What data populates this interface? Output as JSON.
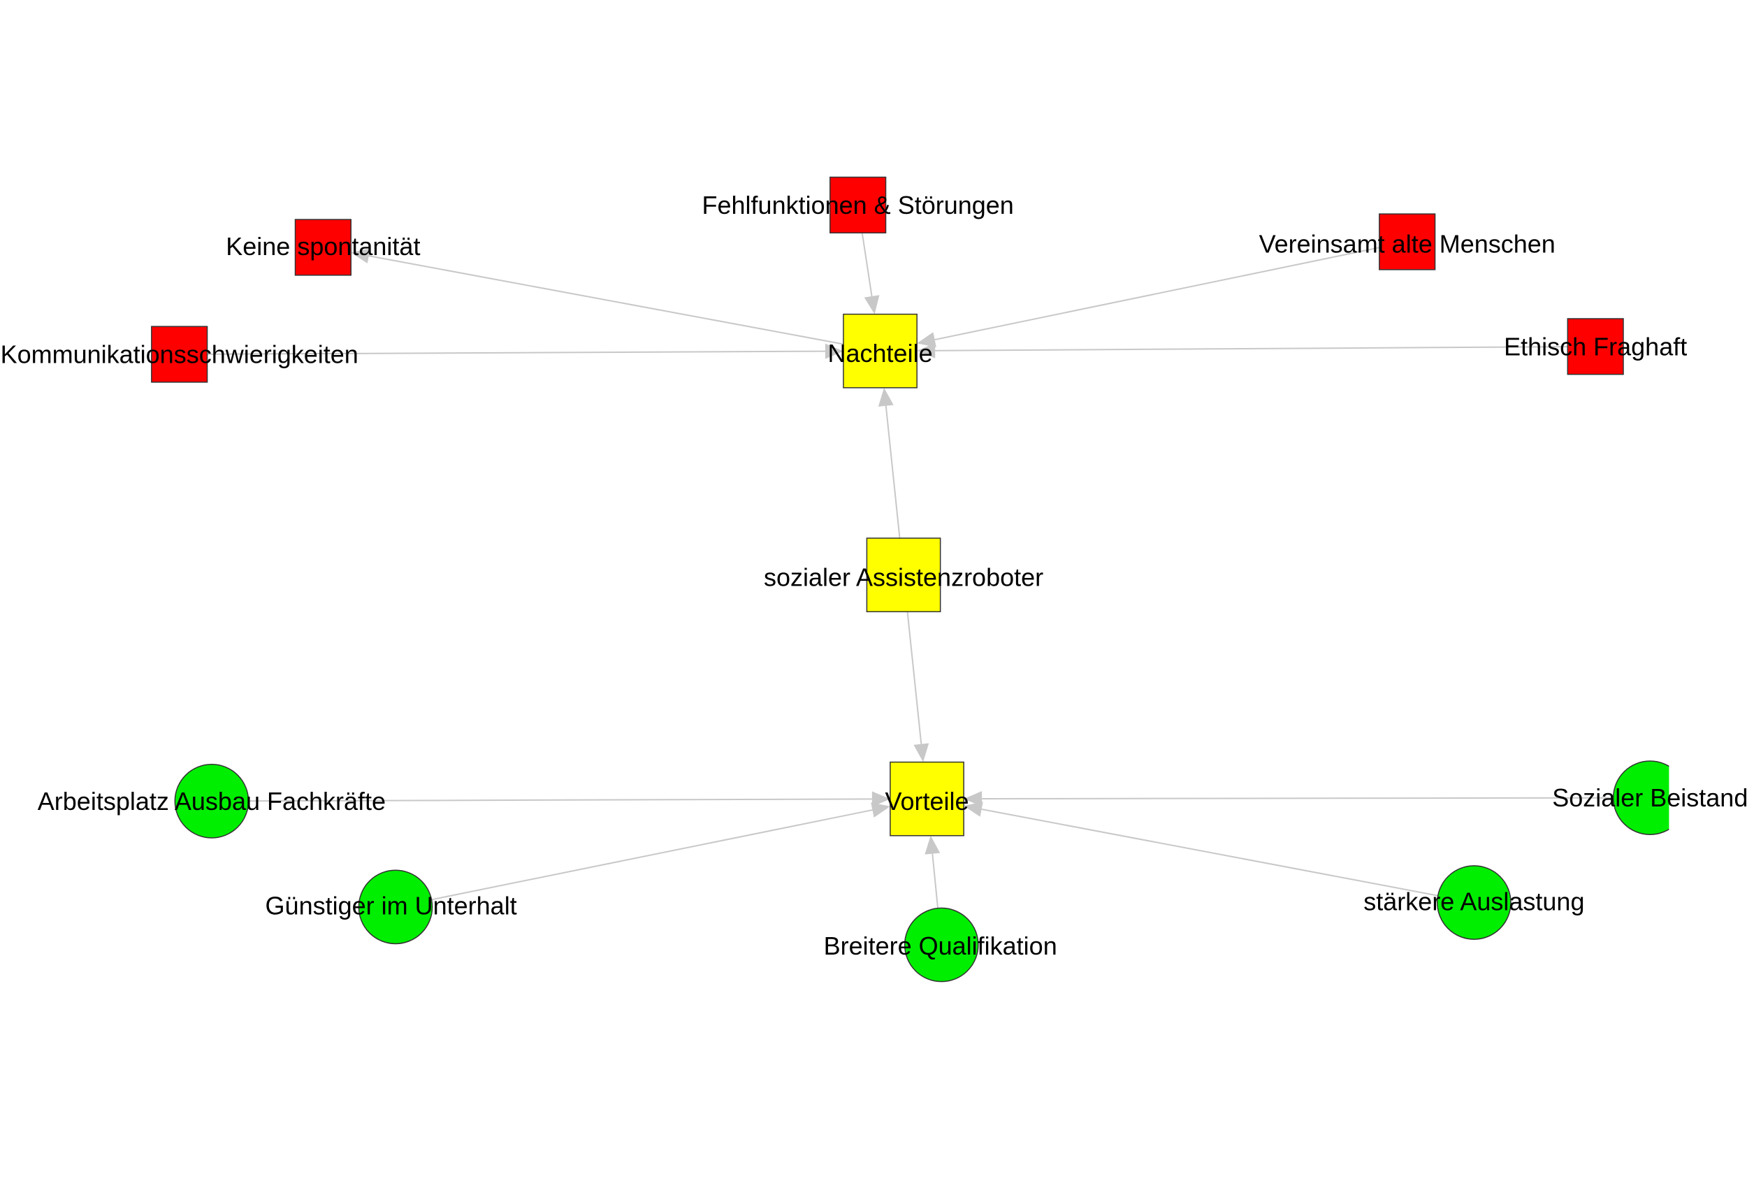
{
  "colors": {
    "background": "#ffffff",
    "edge": "#c8c8c8",
    "hub": "#ffff00",
    "disadvantage": "#ff0000",
    "advantage": "#00ee00",
    "outline": "#333333",
    "text": "#000000"
  },
  "nodes": [
    {
      "id": "center",
      "label": "sozialer Assistenzroboter",
      "shape": "square",
      "color_role": "hub"
    },
    {
      "id": "nachteile",
      "label": "Nachteile",
      "shape": "square",
      "color_role": "hub"
    },
    {
      "id": "vorteile",
      "label": "Vorteile",
      "shape": "square",
      "color_role": "hub"
    },
    {
      "id": "fehl",
      "label": "Fehlfunktionen & Störungen",
      "shape": "square",
      "color_role": "disadvantage"
    },
    {
      "id": "keine",
      "label": "Keine spontanität",
      "shape": "square",
      "color_role": "disadvantage"
    },
    {
      "id": "verein",
      "label": "Vereinsamt alte Menschen",
      "shape": "square",
      "color_role": "disadvantage"
    },
    {
      "id": "komm",
      "label": "Kommunikationsschwierigkeiten",
      "shape": "square",
      "color_role": "disadvantage"
    },
    {
      "id": "ethisch",
      "label": "Ethisch Fraghaft",
      "shape": "square",
      "color_role": "disadvantage"
    },
    {
      "id": "arbeit",
      "label": "Arbeitsplatz Ausbau Fachkräfte",
      "shape": "circle",
      "color_role": "advantage"
    },
    {
      "id": "guenstig",
      "label": "Günstiger im Unterhalt",
      "shape": "circle",
      "color_role": "advantage"
    },
    {
      "id": "breiter",
      "label": "Breitere Qualifikation",
      "shape": "circle",
      "color_role": "advantage"
    },
    {
      "id": "staerker",
      "label": "stärkere Auslastung",
      "shape": "circle",
      "color_role": "advantage"
    },
    {
      "id": "sozial",
      "label": "Sozialer Beistand",
      "shape": "circle",
      "color_role": "advantage"
    }
  ],
  "edges": [
    {
      "from": "center",
      "to": "nachteile"
    },
    {
      "from": "center",
      "to": "vorteile"
    },
    {
      "from": "fehl",
      "to": "nachteile"
    },
    {
      "from": "nachteile",
      "to": "keine"
    },
    {
      "from": "verein",
      "to": "nachteile"
    },
    {
      "from": "komm",
      "to": "nachteile"
    },
    {
      "from": "ethisch",
      "to": "nachteile"
    },
    {
      "from": "arbeit",
      "to": "vorteile"
    },
    {
      "from": "guenstig",
      "to": "vorteile"
    },
    {
      "from": "breiter",
      "to": "vorteile"
    },
    {
      "from": "staerker",
      "to": "vorteile"
    },
    {
      "from": "sozial",
      "to": "vorteile"
    }
  ]
}
